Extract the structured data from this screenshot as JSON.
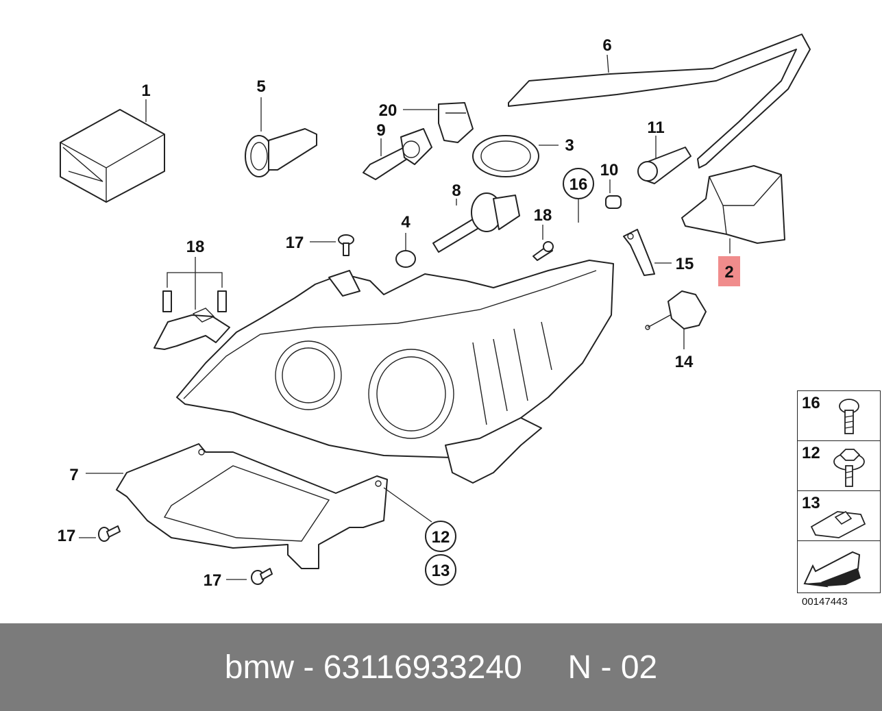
{
  "labels": {
    "l1": "1",
    "l2": "2",
    "l3": "3",
    "l4": "4",
    "l5": "5",
    "l6": "6",
    "l7": "7",
    "l8": "8",
    "l9": "9",
    "l10": "10",
    "l11": "11",
    "l12": "12",
    "l13": "13",
    "l14": "14",
    "l15": "15",
    "l16": "16",
    "l17a": "17",
    "l17b": "17",
    "l17c": "17",
    "l18a": "18",
    "l18b": "18",
    "l20": "20"
  },
  "highlight": {
    "label": "2",
    "color": "#f08c8c"
  },
  "legend": {
    "items": [
      "16",
      "12",
      "13"
    ]
  },
  "doc_ref": "00147443",
  "footer": {
    "text": "bmw - 63116933240     N - 02",
    "background": "#7b7b7b"
  }
}
